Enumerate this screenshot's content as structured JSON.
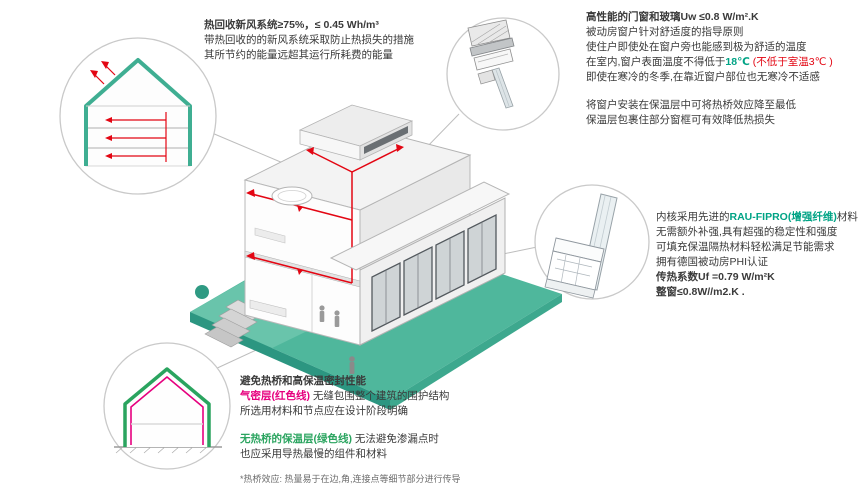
{
  "ventilation": {
    "title": "热回收新风系统≥75%，≤ 0.45 Wh/m³",
    "line1": "带热回收的的新风系统采取防止热损失的措施",
    "line2": "其所节约的能量远超其运行所耗费的能量"
  },
  "windows": {
    "title": "高性能的门窗和玻璃Uw ≤0.8 W/m².K",
    "line1": "被动房窗户针对舒适度的指导原则",
    "line2": "使住户即使处在窗户旁也能感到极为舒适的温度",
    "line3_pre": "在室内,窗户表面温度不得低于",
    "line3_temp": "18℃",
    "line3_red": " (不低于室温3℃ )",
    "line4": "即使在寒冷的冬季,在靠近窗户部位也无寒冷不适感",
    "line5": "将窗户安装在保温层中可将热桥效应降至最低",
    "line6": "保温层包裹住部分窗框可有效降低热损失"
  },
  "frame": {
    "line1_pre": "内核采用先进的",
    "line1_highlight": "RAU-FIPRO(增强纤维)",
    "line1_post": "材料",
    "line2": "无需额外补强,具有超强的稳定性和强度",
    "line3": "可填充保温隔热材料轻松满足节能需求",
    "line4": "拥有德国被动房PHI认证",
    "line5": "传热系数Uf =0.79 W/m²K",
    "line6": "整窗≤0.8W//m2.K ."
  },
  "thermal": {
    "title": "避免热桥和高保温密封性能",
    "line1_red": "气密层(红色线)",
    "line1_rest": " 无缝包围整个建筑的围护结构",
    "line2": "所选用材料和节点应在设计阶段明确",
    "line3_green": "无热桥的保温层(绿色线)",
    "line3_rest": " 无法避免渗漏点时",
    "line4": "也应采用导热最慢的组件和材料",
    "footnote": "*热桥效应: 热量易于在边,角,连接点等细节部分进行传导"
  },
  "colors": {
    "ground_teal": "#4fb79c",
    "ground_dark": "#2c9681",
    "insulation_teal": "#3fae92",
    "duct_red": "#e30613",
    "airtight_magenta": "#e6007e",
    "highlight_green": "#00a385",
    "insulation_green_line": "#2aa45f"
  }
}
